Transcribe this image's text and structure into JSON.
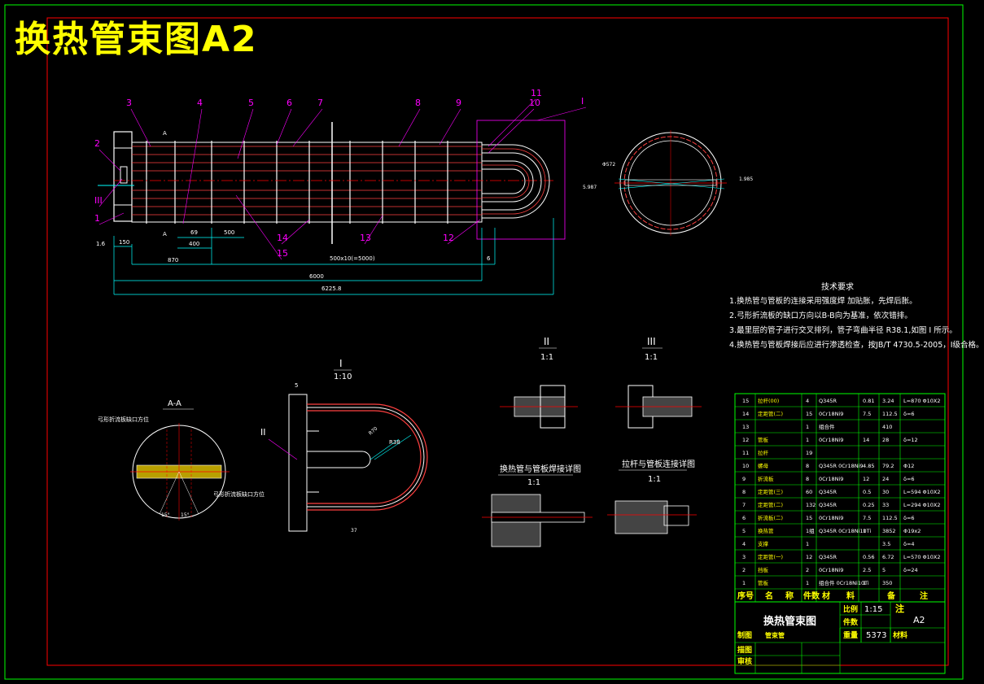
{
  "title": "换热管束图A2",
  "colors": {
    "frame": "#00ff00",
    "border": "#ff0000",
    "title": "#ffff00",
    "dim": "#00ffff",
    "part": "#ffffff",
    "leader": "#ff00ff",
    "table": "#00ff00",
    "center": "#ff0000"
  },
  "main_view": {
    "balloons": [
      "3",
      "4",
      "5",
      "6",
      "7",
      "8",
      "9",
      "11",
      "10",
      "I",
      "2",
      "III",
      "1",
      "14",
      "15",
      "13",
      "12"
    ],
    "dims": {
      "d1": "150",
      "d2": "400",
      "d3": "500",
      "d4": "870",
      "d5": "500x10(=5000)",
      "d6": "6000",
      "d7": "6",
      "total": "6225.8",
      "d8": "1.6",
      "left_marker": "A"
    }
  },
  "section_aa": {
    "title": "A-A",
    "label_top": "弓形折流板缺口方位",
    "label_bottom": "弓形折流板缺口方位",
    "angles": [
      "15°",
      "15°"
    ]
  },
  "detail_I": {
    "roman": "I",
    "scale": "1:10",
    "callout": "II",
    "radius": "R38",
    "dims": [
      "5",
      "R70"
    ]
  },
  "detail_II": {
    "roman": "II",
    "scale": "1:1"
  },
  "detail_III": {
    "roman": "III",
    "scale": "1:1"
  },
  "weld_detail_1": {
    "title": "换热管与管板焊接详图",
    "scale": "1:1"
  },
  "weld_detail_2": {
    "title": "拉杆与管板连接详图",
    "scale": "1:1"
  },
  "tech_req": {
    "title": "技术要求",
    "lines": [
      "1.换热管与管板的连接采用强度焊  加贴胀，先焊后胀。",
      "2.弓形折流板的缺口方向以B-B向为基准，依次错排。",
      "3.最里层的管子进行交叉排列，管子弯曲半径 R38.1,如图 I 所示。",
      "4.换热管与管板焊接后应进行渗透检查，按JB/T 4730.5-2005，I级合格。"
    ]
  },
  "bom": {
    "rows": [
      {
        "no": "15",
        "name": "拉杆(00)",
        "qty": "4",
        "mat": "Q345R",
        "w1": "0.81",
        "w2": "3.24",
        "note": "L=870  Φ10X2"
      },
      {
        "no": "14",
        "name": "定距管(二)",
        "qty": "15",
        "mat": "0Cr18Ni9",
        "w1": "7.5",
        "w2": "112.5",
        "note": "δ=6"
      },
      {
        "no": "13",
        "name": "",
        "qty": "1",
        "mat": "组合件",
        "w1": "",
        "w2": "410",
        "note": ""
      },
      {
        "no": "12",
        "name": "管板",
        "qty": "1",
        "mat": "0Cr18Ni9",
        "w1": "14",
        "w2": "28",
        "note": "δ=12"
      },
      {
        "no": "11",
        "name": "拉杆",
        "qty": "19",
        "mat": "",
        "w1": "",
        "w2": "",
        "note": ""
      },
      {
        "no": "10",
        "name": "螺母",
        "qty": "8",
        "mat": "Q345R 0Cr18Ni9",
        "w1": "4.85",
        "w2": "79.2",
        "note": "Φ12"
      },
      {
        "no": "9",
        "name": "折流板",
        "qty": "8",
        "mat": "0Cr18Ni9",
        "w1": "12",
        "w2": "24",
        "note": "δ=6"
      },
      {
        "no": "8",
        "name": "定距管(三)",
        "qty": "60",
        "mat": "Q345R",
        "w1": "0.5",
        "w2": "30",
        "note": "L=594  Φ10X2"
      },
      {
        "no": "7",
        "name": "定距管(二)",
        "qty": "132",
        "mat": "Q345R",
        "w1": "0.25",
        "w2": "33",
        "note": "L=294  Φ10X2"
      },
      {
        "no": "6",
        "name": "折流板(二)",
        "qty": "15",
        "mat": "0Cr18Ni9",
        "w1": "7.5",
        "w2": "112.5",
        "note": "δ=6"
      },
      {
        "no": "5",
        "name": "换热管",
        "qty": "1组",
        "mat": "Q345R 0Cr18Ni10Ti",
        "w1": "1",
        "w2": "3852",
        "note": "Φ19x2"
      },
      {
        "no": "4",
        "name": "支撑",
        "qty": "1",
        "mat": "",
        "w1": "",
        "w2": "3.5",
        "note": "δ=4"
      },
      {
        "no": "3",
        "name": "定距管(一)",
        "qty": "12",
        "mat": "Q345R",
        "w1": "0.56",
        "w2": "6.72",
        "note": "L=570  Φ10X2"
      },
      {
        "no": "2",
        "name": "挡板",
        "qty": "2",
        "mat": "0Cr18Ni9",
        "w1": "2.5",
        "w2": "5",
        "note": "δ=24"
      },
      {
        "no": "1",
        "name": "管板",
        "qty": "1",
        "mat": "组合件 0Cr18Ni10Ti",
        "w1": "1",
        "w2": "350",
        "note": ""
      }
    ],
    "header": [
      "序号",
      "名",
      "称",
      "件数",
      "材",
      "料",
      "备",
      "注"
    ],
    "title_block": {
      "drawing_name": "换热管束图",
      "scale_label": "比例",
      "scale_value": "1:15",
      "count_label": "件数",
      "note_label": "注",
      "size": "A2",
      "made_label": "制图",
      "made_by": "管束管",
      "weight_label": "重量",
      "weight": "5373",
      "material_label": "材料",
      "design_label": "描图",
      "check_label": "审核"
    }
  }
}
